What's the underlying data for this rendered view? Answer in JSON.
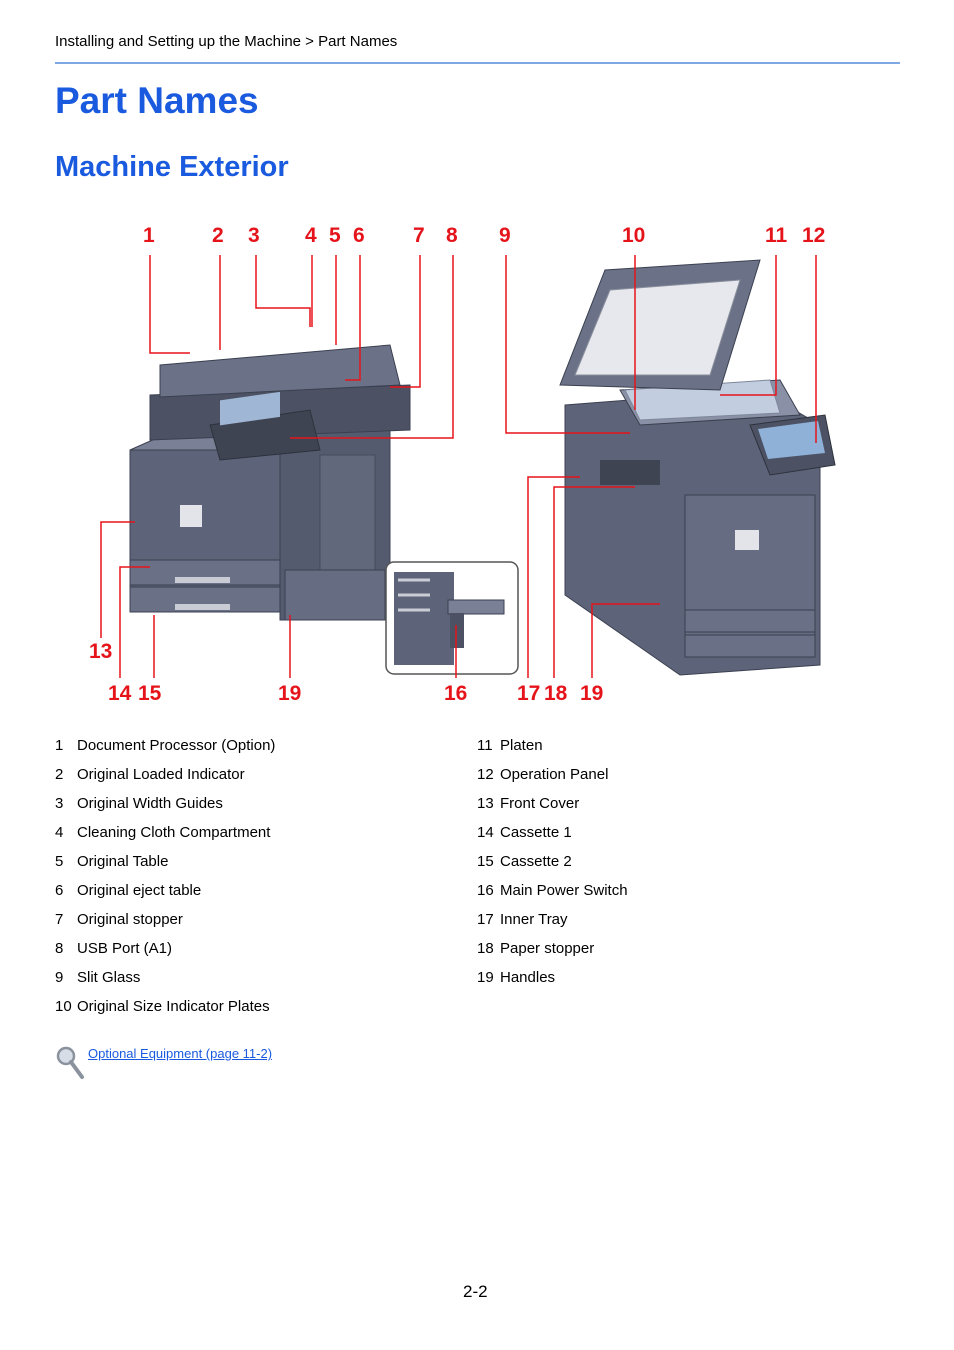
{
  "header": {
    "breadcrumb": "Installing and Setting up the Machine > Part Names"
  },
  "page": {
    "title": "Part Names",
    "subtitle": "Machine Exterior",
    "page_number": "2-2"
  },
  "figure": {
    "callouts": [
      "1",
      "2",
      "3",
      "4",
      "5",
      "6",
      "7",
      "8",
      "9",
      "10",
      "11",
      "12",
      "13",
      "14",
      "15",
      "19",
      "16",
      "17",
      "18",
      "19"
    ]
  },
  "parts": {
    "left": [
      {
        "num": "1",
        "label": "Document Processor (Option)"
      },
      {
        "num": "2",
        "label": "Original Loaded Indicator"
      },
      {
        "num": "3",
        "label": "Original Width Guides"
      },
      {
        "num": "4",
        "label": "Cleaning Cloth Compartment"
      },
      {
        "num": "5",
        "label": "Original Table"
      },
      {
        "num": "6",
        "label": "Original eject table"
      },
      {
        "num": "7",
        "label": "Original stopper"
      },
      {
        "num": "8",
        "label": "USB Port (A1)"
      },
      {
        "num": "9",
        "label": "Slit Glass"
      },
      {
        "num": "10",
        "label": "Original Size Indicator Plates"
      }
    ],
    "right": [
      {
        "num": "11",
        "label": "Platen"
      },
      {
        "num": "12",
        "label": "Operation Panel"
      },
      {
        "num": "13",
        "label": "Front Cover"
      },
      {
        "num": "14",
        "label": "Cassette 1"
      },
      {
        "num": "15",
        "label": "Cassette 2"
      },
      {
        "num": "16",
        "label": "Main Power Switch"
      },
      {
        "num": "17",
        "label": "Inner Tray"
      },
      {
        "num": "18",
        "label": "Paper stopper"
      },
      {
        "num": "19",
        "label": "Handles"
      }
    ]
  },
  "reference": {
    "link_text": "Optional Equipment (page 11-2)",
    "icon": "magnifier-icon"
  },
  "colors": {
    "heading": "#1a5adf",
    "callout": "#e5141b",
    "rule": "#7fa7e6",
    "machine": "#5d6479"
  }
}
